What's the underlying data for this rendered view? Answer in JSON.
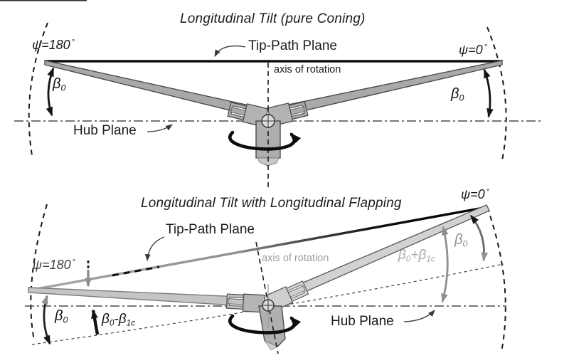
{
  "figure": {
    "description": "Rotor blade coning and longitudinal flapping schematic, two stacked diagrams"
  },
  "palette": {
    "blade_gray": "#a9a9a9",
    "blade_light": "#cfcfcf",
    "ink": "#111111",
    "gray_ink": "#8f8f8f",
    "gray_text": "#9c9c9c",
    "tpp_gray_line": "#9b9b9b"
  },
  "top": {
    "title": "Longitudinal Tilt (pure Coning)",
    "tip_path_plane": "Tip-Path Plane",
    "axis_of_rotation": "axis of rotation",
    "hub_plane": "Hub Plane",
    "psi_left": {
      "text": "ψ=180",
      "deg": "°"
    },
    "psi_right": {
      "text": "ψ=0",
      "deg": "°"
    },
    "beta_left": {
      "base": "β",
      "sub": "0"
    },
    "beta_right": {
      "base": "β",
      "sub": "0"
    }
  },
  "bottom": {
    "title": "Longitudinal Tilt with Longitudinal Flapping",
    "tip_path_plane": "Tip-Path Plane",
    "axis_of_rotation": "axis of rotation",
    "hub_plane": "Hub Plane",
    "psi_left": {
      "text": "ψ=180",
      "deg": "°"
    },
    "psi_right": {
      "text": "ψ=0",
      "deg": "°"
    },
    "beta_left": {
      "base": "β",
      "sub": "0"
    },
    "beta_minus": {
      "b1": "β",
      "s1": "0",
      "b2": "-β",
      "s2": "1c"
    },
    "beta_plus": {
      "b1": "β",
      "s1": "0",
      "b2": "+β",
      "s2": "1c"
    },
    "beta_right": {
      "base": "β",
      "sub": "0"
    }
  }
}
